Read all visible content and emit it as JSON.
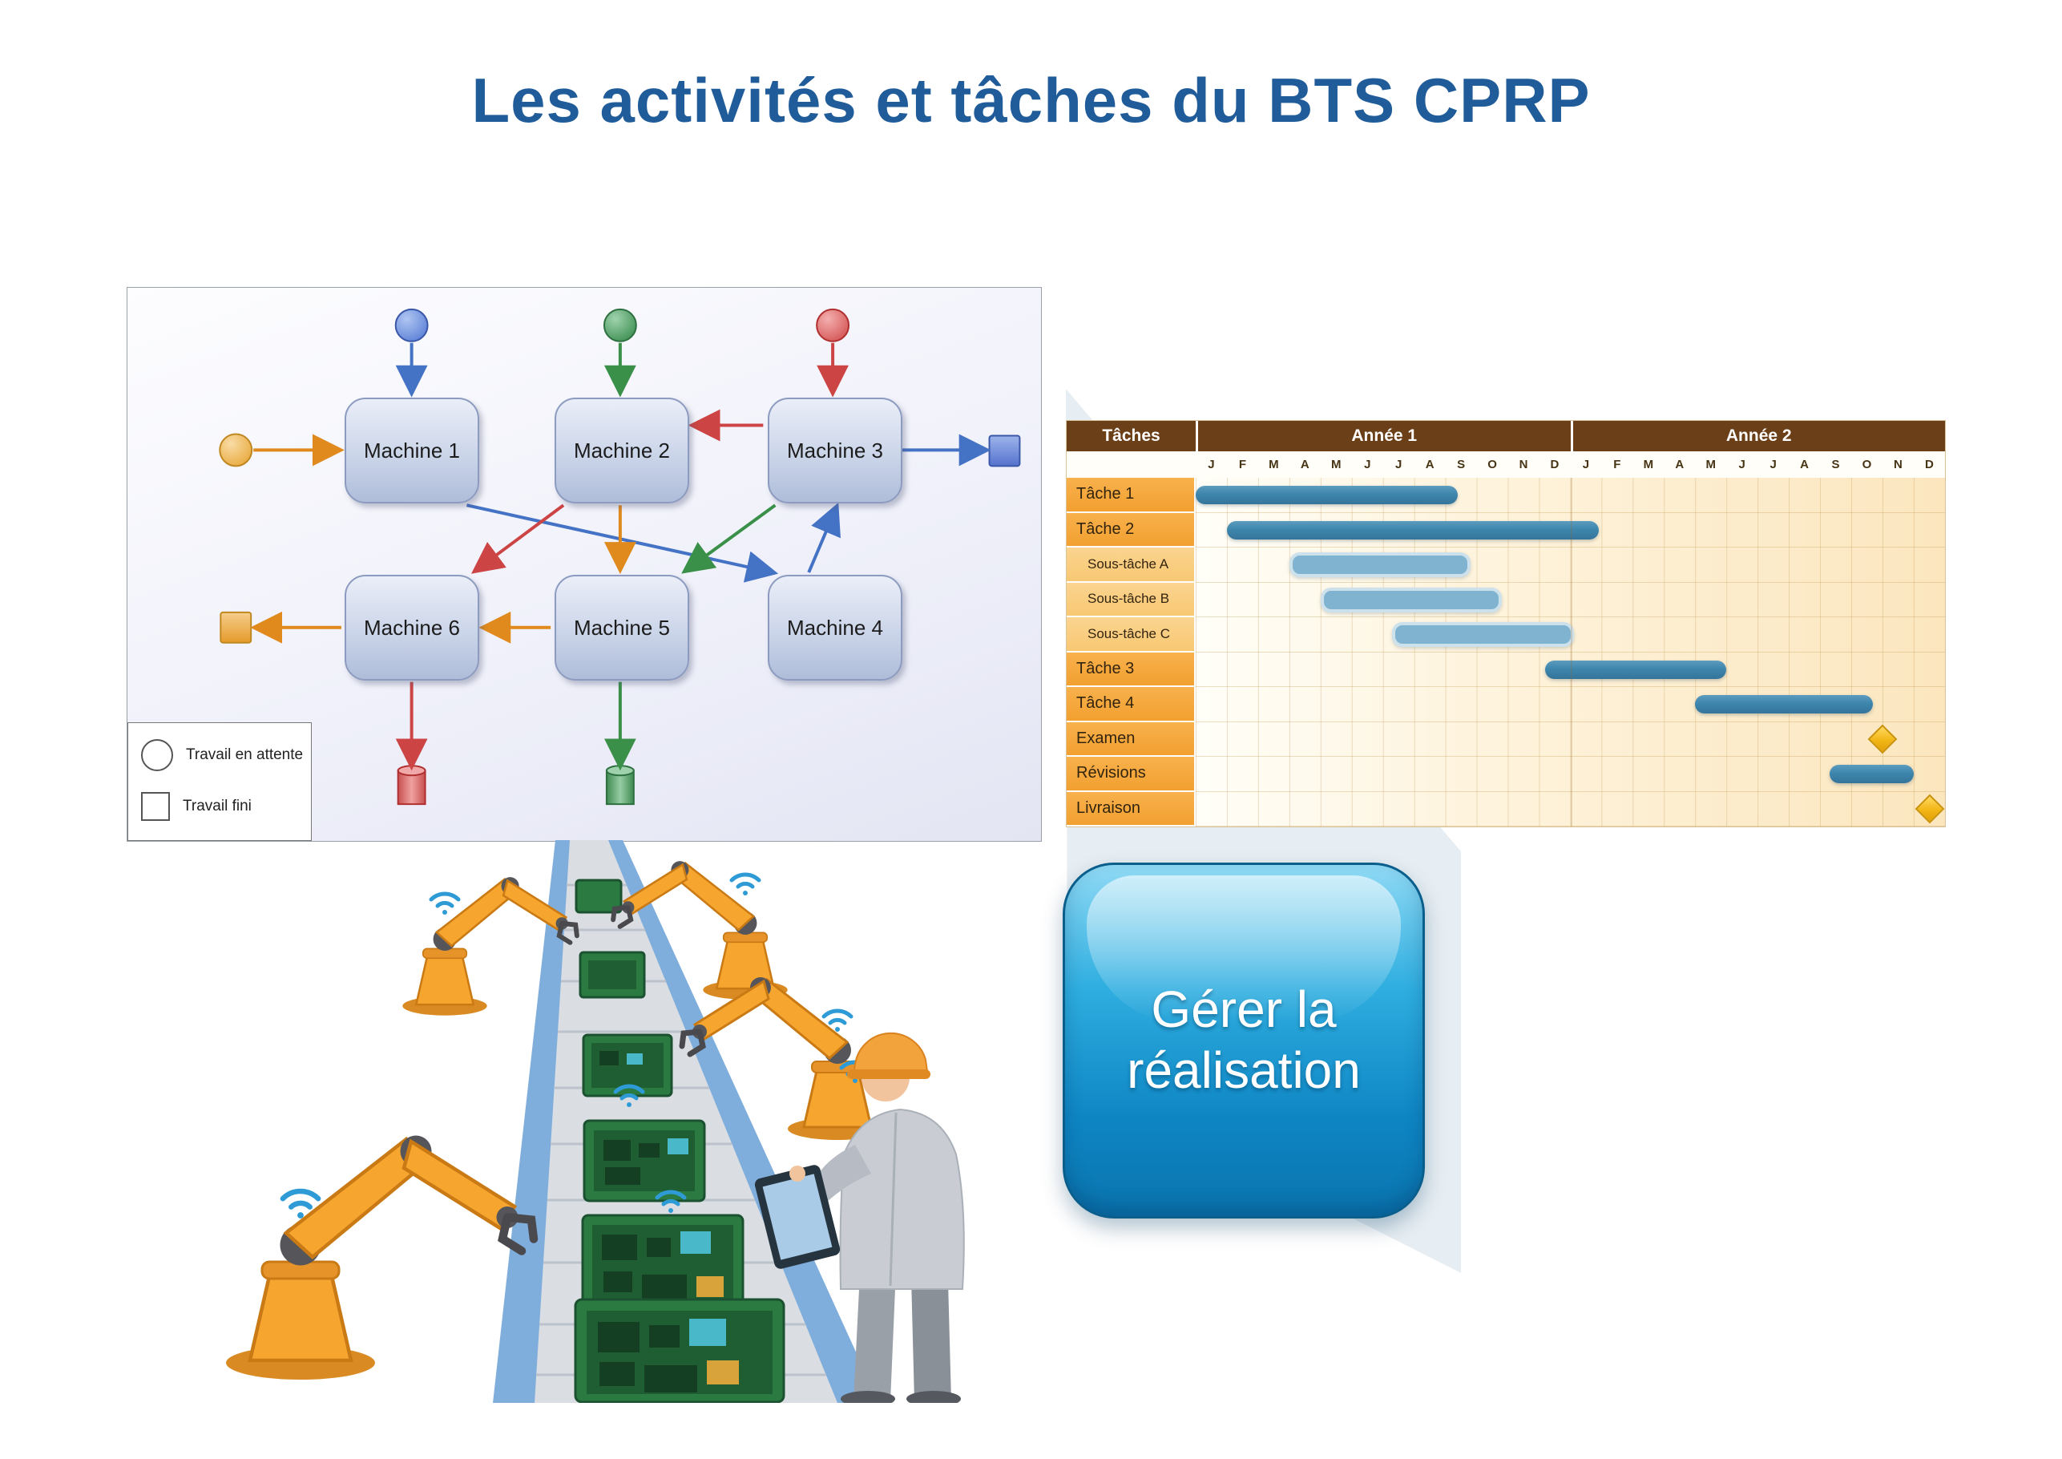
{
  "page": {
    "title": "Les activités et tâches du BTS CPRP"
  },
  "colors": {
    "title_blue": "#1F5C99",
    "gantt_header_brown": "#6B4019",
    "task_label_orange": "#F2A030",
    "subtask_label_orange": "#F8C873",
    "bar_blue": "#3E86AD",
    "bar_light_blue": "#7FB3CF",
    "milestone_gold": "#F2B616",
    "cta_blue": "#0E86C4"
  },
  "machine_flow": {
    "machines": [
      "Machine 1",
      "Machine 2",
      "Machine 3",
      "Machine 4",
      "Machine 5",
      "Machine 6"
    ],
    "legend": {
      "waiting": "Travail en attente",
      "done": "Travail fini"
    }
  },
  "cta": {
    "label": "Gérer la\nréalisation"
  },
  "chart_data": {
    "type": "gantt",
    "title": "",
    "col_task_header": "Tâches",
    "year_headers": [
      "Année 1",
      "Année 2"
    ],
    "months": [
      "J",
      "F",
      "M",
      "A",
      "M",
      "J",
      "J",
      "A",
      "S",
      "O",
      "N",
      "D",
      "J",
      "F",
      "M",
      "A",
      "M",
      "J",
      "J",
      "A",
      "S",
      "O",
      "N",
      "D"
    ],
    "axis_unit": "months, 0-based index over 24 months (2 years)",
    "rows": [
      {
        "label": "Tâche 1",
        "type": "task",
        "bar": [
          0.0,
          8.4
        ]
      },
      {
        "label": "Tâche 2",
        "type": "task",
        "bar": [
          1.0,
          12.9
        ]
      },
      {
        "label": "Sous-tâche A",
        "type": "subtask",
        "bar": [
          3.0,
          8.6
        ]
      },
      {
        "label": "Sous-tâche B",
        "type": "subtask",
        "bar": [
          4.0,
          9.6
        ]
      },
      {
        "label": "Sous-tâche C",
        "type": "subtask",
        "bar": [
          6.3,
          11.9
        ]
      },
      {
        "label": "Tâche 3",
        "type": "task",
        "bar": [
          11.2,
          17.0
        ]
      },
      {
        "label": "Tâche 4",
        "type": "task",
        "bar": [
          16.0,
          21.7
        ]
      },
      {
        "label": "Examen",
        "type": "task",
        "milestone": 22.0
      },
      {
        "label": "Révisions",
        "type": "task",
        "bar": [
          20.3,
          23.0
        ]
      },
      {
        "label": "Livraison",
        "type": "task",
        "milestone": 23.5
      }
    ]
  }
}
